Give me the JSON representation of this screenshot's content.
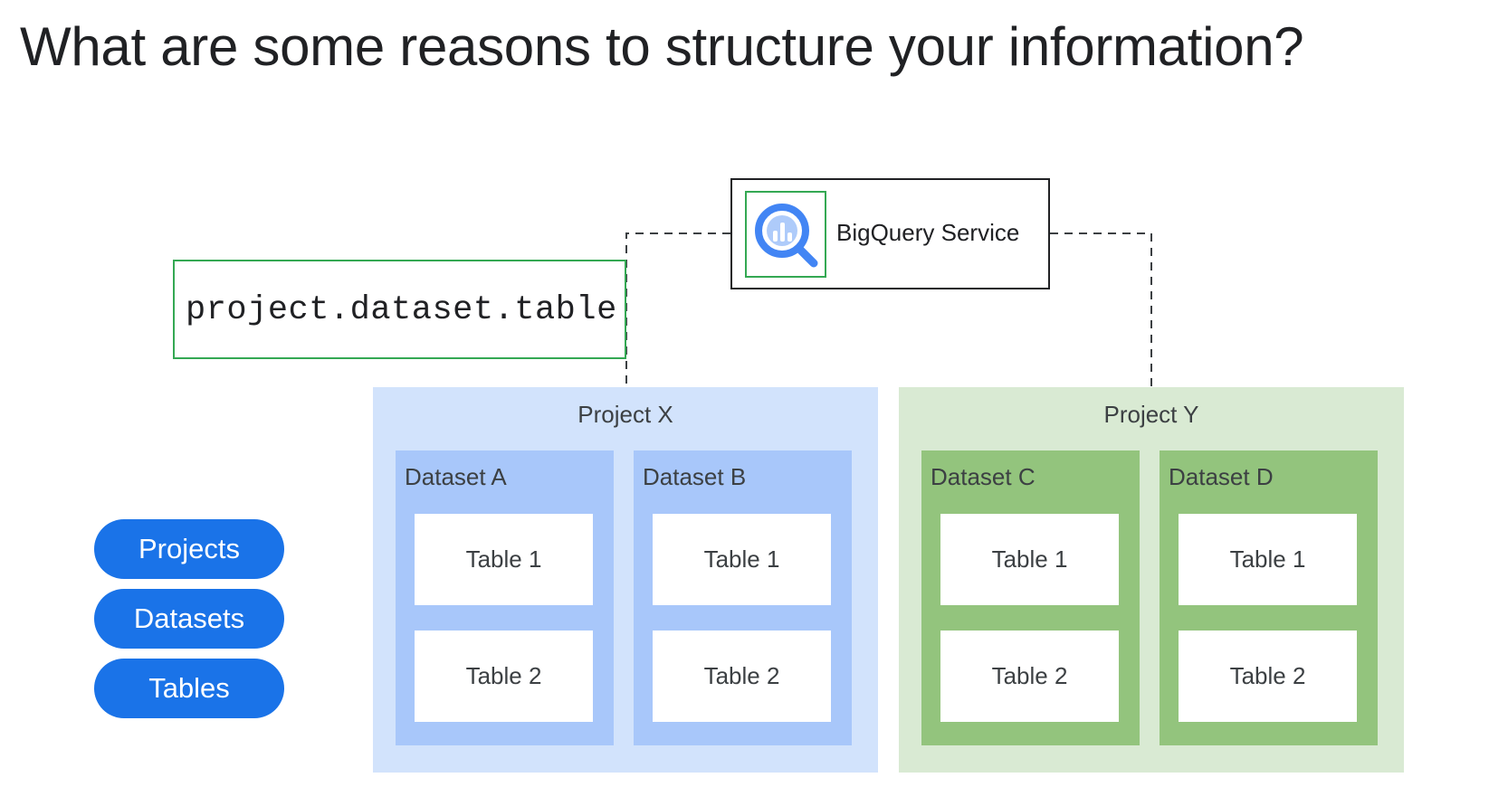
{
  "slide": {
    "title": "What are some reasons to structure your information?"
  },
  "service": {
    "label": "BigQuery Service",
    "icon": "bigquery-icon",
    "logo_border_color": "#34a853"
  },
  "naming": {
    "path": "project.dataset.table"
  },
  "hierarchy_legend": [
    {
      "label": "Projects"
    },
    {
      "label": "Datasets"
    },
    {
      "label": "Tables"
    }
  ],
  "projects": [
    {
      "label": "Project X",
      "color": "#d2e3fc",
      "datasets": [
        {
          "label": "Dataset A",
          "tables": [
            "Table 1",
            "Table 2"
          ]
        },
        {
          "label": "Dataset B",
          "tables": [
            "Table 1",
            "Table 2"
          ]
        }
      ]
    },
    {
      "label": "Project Y",
      "color": "#d9ead3",
      "datasets": [
        {
          "label": "Dataset C",
          "tables": [
            "Table 1",
            "Table 2"
          ]
        },
        {
          "label": "Dataset D",
          "tables": [
            "Table 1",
            "Table 2"
          ]
        }
      ]
    }
  ],
  "colors": {
    "accent_blue": "#1a73e8",
    "dataset_blue": "#a8c7fa",
    "dataset_green": "#93c47d",
    "outline_green": "#34a853"
  }
}
